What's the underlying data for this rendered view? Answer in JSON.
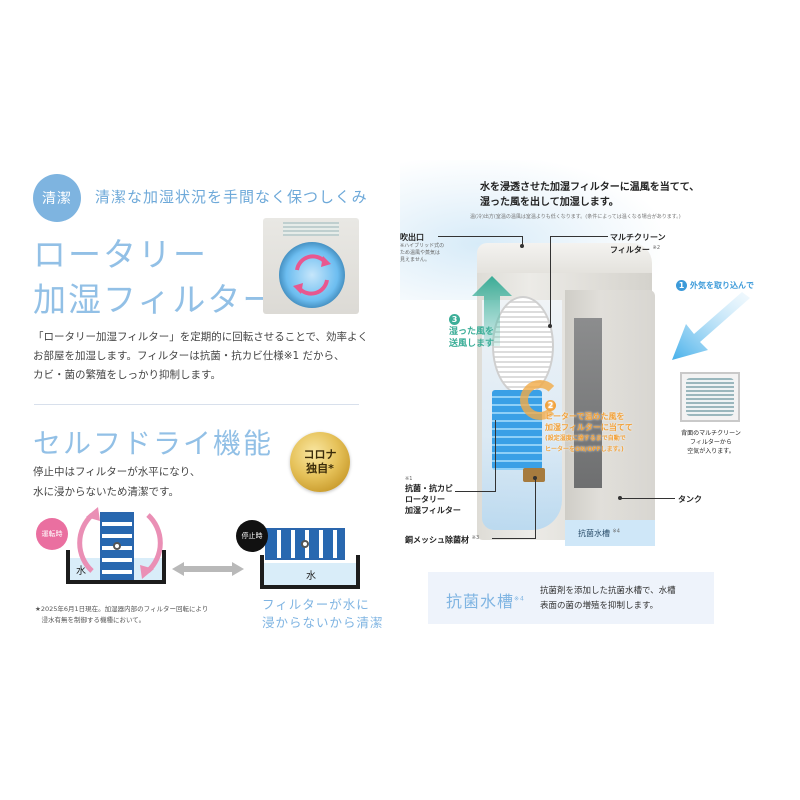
{
  "left": {
    "badge_label": "清潔",
    "tagline": "清潔な加湿状況を手間なく保つしくみ",
    "rotary": {
      "title_lines": [
        "ロータリー",
        "加湿フィルター"
      ],
      "description_lines": [
        "「ロータリー加湿フィルター」を定期的に回転させることで、効率よく",
        "お部屋を加湿します。フィルターは抗菌・抗カビ仕様※1 だから、",
        "カビ・菌の繁殖をしっかり抑制します。"
      ]
    },
    "self_dry": {
      "title": "セルフドライ機能",
      "description_lines": [
        "停止中はフィルターが水平になり、",
        "水に浸からないため清潔です。"
      ],
      "gold_badge": {
        "line1": "コロナ",
        "line2": "独自*"
      },
      "running_label": "運転時",
      "stopped_label": "停止時",
      "water_label": "水",
      "footnote_lines": [
        "★2025年6月1日現在。加湿器内部のフィルター回転により",
        "　浸水有無を制御する機種において。"
      ],
      "caption_lines": [
        "フィルターが水に",
        "浸からないから清潔"
      ]
    }
  },
  "right": {
    "intro_lines": [
      "水を浸透させた加湿フィルターに温風を当てて、",
      "湿った風を出して加湿します。"
    ],
    "intro_note": "温(冷)出方(室温の温風は室温よりも低くなります。(条件によっては温くなる場合があります。)",
    "callouts": {
      "outlet": {
        "label": "吹出口",
        "note_lines": [
          "※ハイブリッド式の",
          "ため温風や蒸気は",
          "見えません。"
        ]
      },
      "multi_clean": {
        "label_lines": [
          "マルチクリーン",
          "フィルター"
        ],
        "ref": "※2"
      },
      "rotary_filter": {
        "ref": "※1",
        "label_lines": [
          "抗菌・抗カビ",
          "ロータリー",
          "加湿フィルター"
        ]
      },
      "copper_mesh": {
        "label": "銅メッシュ除菌材",
        "ref": "※3"
      },
      "tank": {
        "label": "タンク"
      },
      "antibac_tank": {
        "label": "抗菌水槽",
        "ref": "※4"
      }
    },
    "steps": {
      "step1": {
        "num": "1",
        "text": "外気を取り込んで"
      },
      "step2": {
        "num": "2",
        "lines": [
          "ヒーターで温めた風を",
          "加湿フィルターに当てて"
        ],
        "small_lines": [
          "(設定湿度に達するまで自動で",
          "ヒーターをON/OFFします。)"
        ]
      },
      "step3": {
        "num": "3",
        "lines": [
          "湿った風を",
          "送風します"
        ]
      }
    },
    "filter_caption_lines": [
      "背面のマルチクリーン",
      "フィルターから",
      "空気が入ります。"
    ],
    "info_box": {
      "title": "抗菌水槽",
      "ref": "※4",
      "description_lines": [
        "抗菌剤を添加した抗菌水槽で、水槽",
        "表面の菌の増殖を抑制します。"
      ]
    }
  },
  "colors": {
    "accent_blue": "#7eb4e0",
    "title_blue": "#92c0e6",
    "running_pink": "#ea6fa0",
    "stopped_black": "#111111",
    "filter_blue": "#2868b0",
    "step1_blue": "#3c9ad9",
    "step2_orange": "#f2a23b",
    "step3_teal": "#3cae98",
    "info_bg": "#eef3fb"
  }
}
